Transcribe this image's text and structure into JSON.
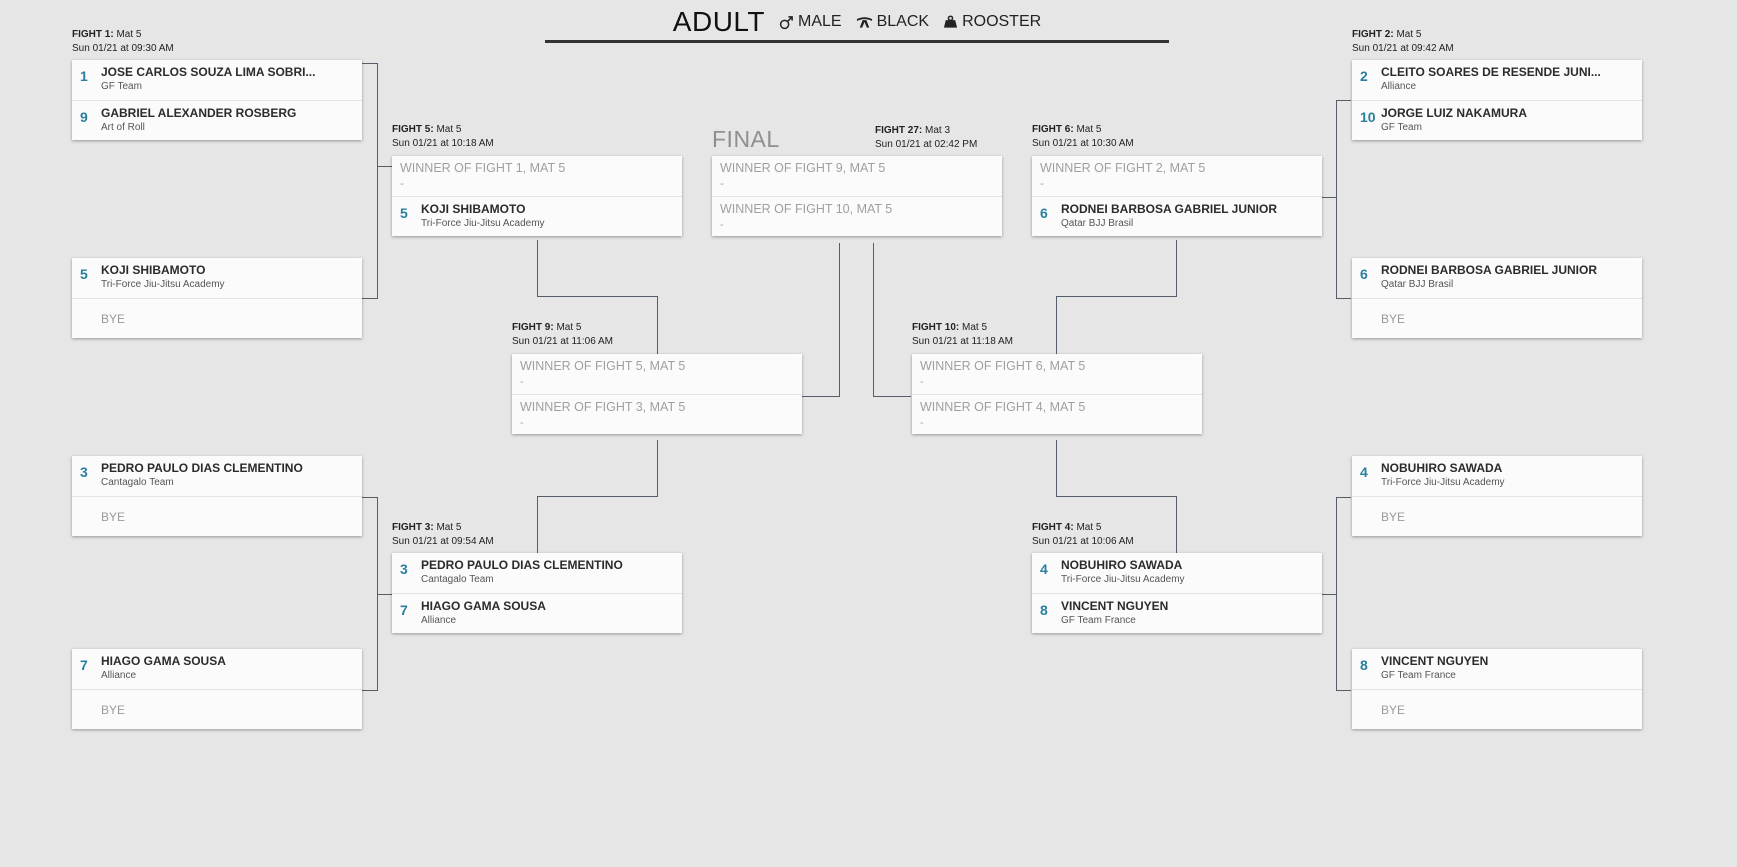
{
  "header": {
    "division": "ADULT",
    "gender": "MALE",
    "belt": "BLACK",
    "weight": "ROOSTER"
  },
  "final_title": "FINAL",
  "fights": {
    "f1": {
      "label": "FIGHT 1:",
      "mat": "Mat 5",
      "time": "Sun 01/21 at 09:30 AM",
      "c1": {
        "seed": "1",
        "name": "JOSE CARLOS SOUZA LIMA SOBRI...",
        "team": "GF Team"
      },
      "c2": {
        "seed": "9",
        "name": "GABRIEL ALEXANDER ROSBERG",
        "team": "Art of Roll"
      }
    },
    "f2": {
      "label": "FIGHT 2:",
      "mat": "Mat 5",
      "time": "Sun 01/21 at 09:42 AM",
      "c1": {
        "seed": "2",
        "name": "CLEITO SOARES DE RESENDE JUNI...",
        "team": "Alliance"
      },
      "c2": {
        "seed": "10",
        "name": "JORGE LUIZ NAKAMURA",
        "team": "GF Team"
      }
    },
    "bye5": {
      "c1": {
        "seed": "5",
        "name": "KOJI SHIBAMOTO",
        "team": "Tri-Force Jiu-Jitsu Academy"
      },
      "bye": "BYE"
    },
    "bye6": {
      "c1": {
        "seed": "6",
        "name": "RODNEI BARBOSA GABRIEL JUNIOR",
        "team": "Qatar BJJ Brasil"
      },
      "bye": "BYE"
    },
    "bye3": {
      "c1": {
        "seed": "3",
        "name": "PEDRO PAULO DIAS CLEMENTINO",
        "team": "Cantagalo Team"
      },
      "bye": "BYE"
    },
    "bye4": {
      "c1": {
        "seed": "4",
        "name": "NOBUHIRO SAWADA",
        "team": "Tri-Force Jiu-Jitsu Academy"
      },
      "bye": "BYE"
    },
    "bye7": {
      "c1": {
        "seed": "7",
        "name": "HIAGO GAMA SOUSA",
        "team": "Alliance"
      },
      "bye": "BYE"
    },
    "bye8": {
      "c1": {
        "seed": "8",
        "name": "VINCENT NGUYEN",
        "team": "GF Team France"
      },
      "bye": "BYE"
    },
    "f5": {
      "label": "FIGHT 5:",
      "mat": "Mat 5",
      "time": "Sun 01/21 at 10:18 AM",
      "w1": "WINNER OF FIGHT 1, MAT 5",
      "w1_dash": "-",
      "c2": {
        "seed": "5",
        "name": "KOJI SHIBAMOTO",
        "team": "Tri-Force Jiu-Jitsu Academy"
      }
    },
    "f6": {
      "label": "FIGHT 6:",
      "mat": "Mat 5",
      "time": "Sun 01/21 at 10:30 AM",
      "w1": "WINNER OF FIGHT 2, MAT 5",
      "w1_dash": "-",
      "c2": {
        "seed": "6",
        "name": "RODNEI BARBOSA GABRIEL JUNIOR",
        "team": "Qatar BJJ Brasil"
      }
    },
    "f3": {
      "label": "FIGHT 3:",
      "mat": "Mat 5",
      "time": "Sun 01/21 at 09:54 AM",
      "c1": {
        "seed": "3",
        "name": "PEDRO PAULO DIAS CLEMENTINO",
        "team": "Cantagalo Team"
      },
      "c2": {
        "seed": "7",
        "name": "HIAGO GAMA SOUSA",
        "team": "Alliance"
      }
    },
    "f4": {
      "label": "FIGHT 4:",
      "mat": "Mat 5",
      "time": "Sun 01/21 at 10:06 AM",
      "c1": {
        "seed": "4",
        "name": "NOBUHIRO SAWADA",
        "team": "Tri-Force Jiu-Jitsu Academy"
      },
      "c2": {
        "seed": "8",
        "name": "VINCENT NGUYEN",
        "team": "GF Team France"
      }
    },
    "f9": {
      "label": "FIGHT 9:",
      "mat": "Mat 5",
      "time": "Sun 01/21 at 11:06 AM",
      "w1": "WINNER OF FIGHT 5, MAT 5",
      "w1_dash": "-",
      "w2": "WINNER OF FIGHT 3, MAT 5",
      "w2_dash": "-"
    },
    "f10": {
      "label": "FIGHT 10:",
      "mat": "Mat 5",
      "time": "Sun 01/21 at 11:18 AM",
      "w1": "WINNER OF FIGHT 6, MAT 5",
      "w1_dash": "-",
      "w2": "WINNER OF FIGHT 4, MAT 5",
      "w2_dash": "-"
    },
    "f27": {
      "label": "FIGHT 27:",
      "mat": "Mat 3",
      "time": "Sun 01/21 at 02:42 PM",
      "w1": "WINNER OF FIGHT 9, MAT 5",
      "w1_dash": "-",
      "w2": "WINNER OF FIGHT 10, MAT 5",
      "w2_dash": "-"
    }
  }
}
